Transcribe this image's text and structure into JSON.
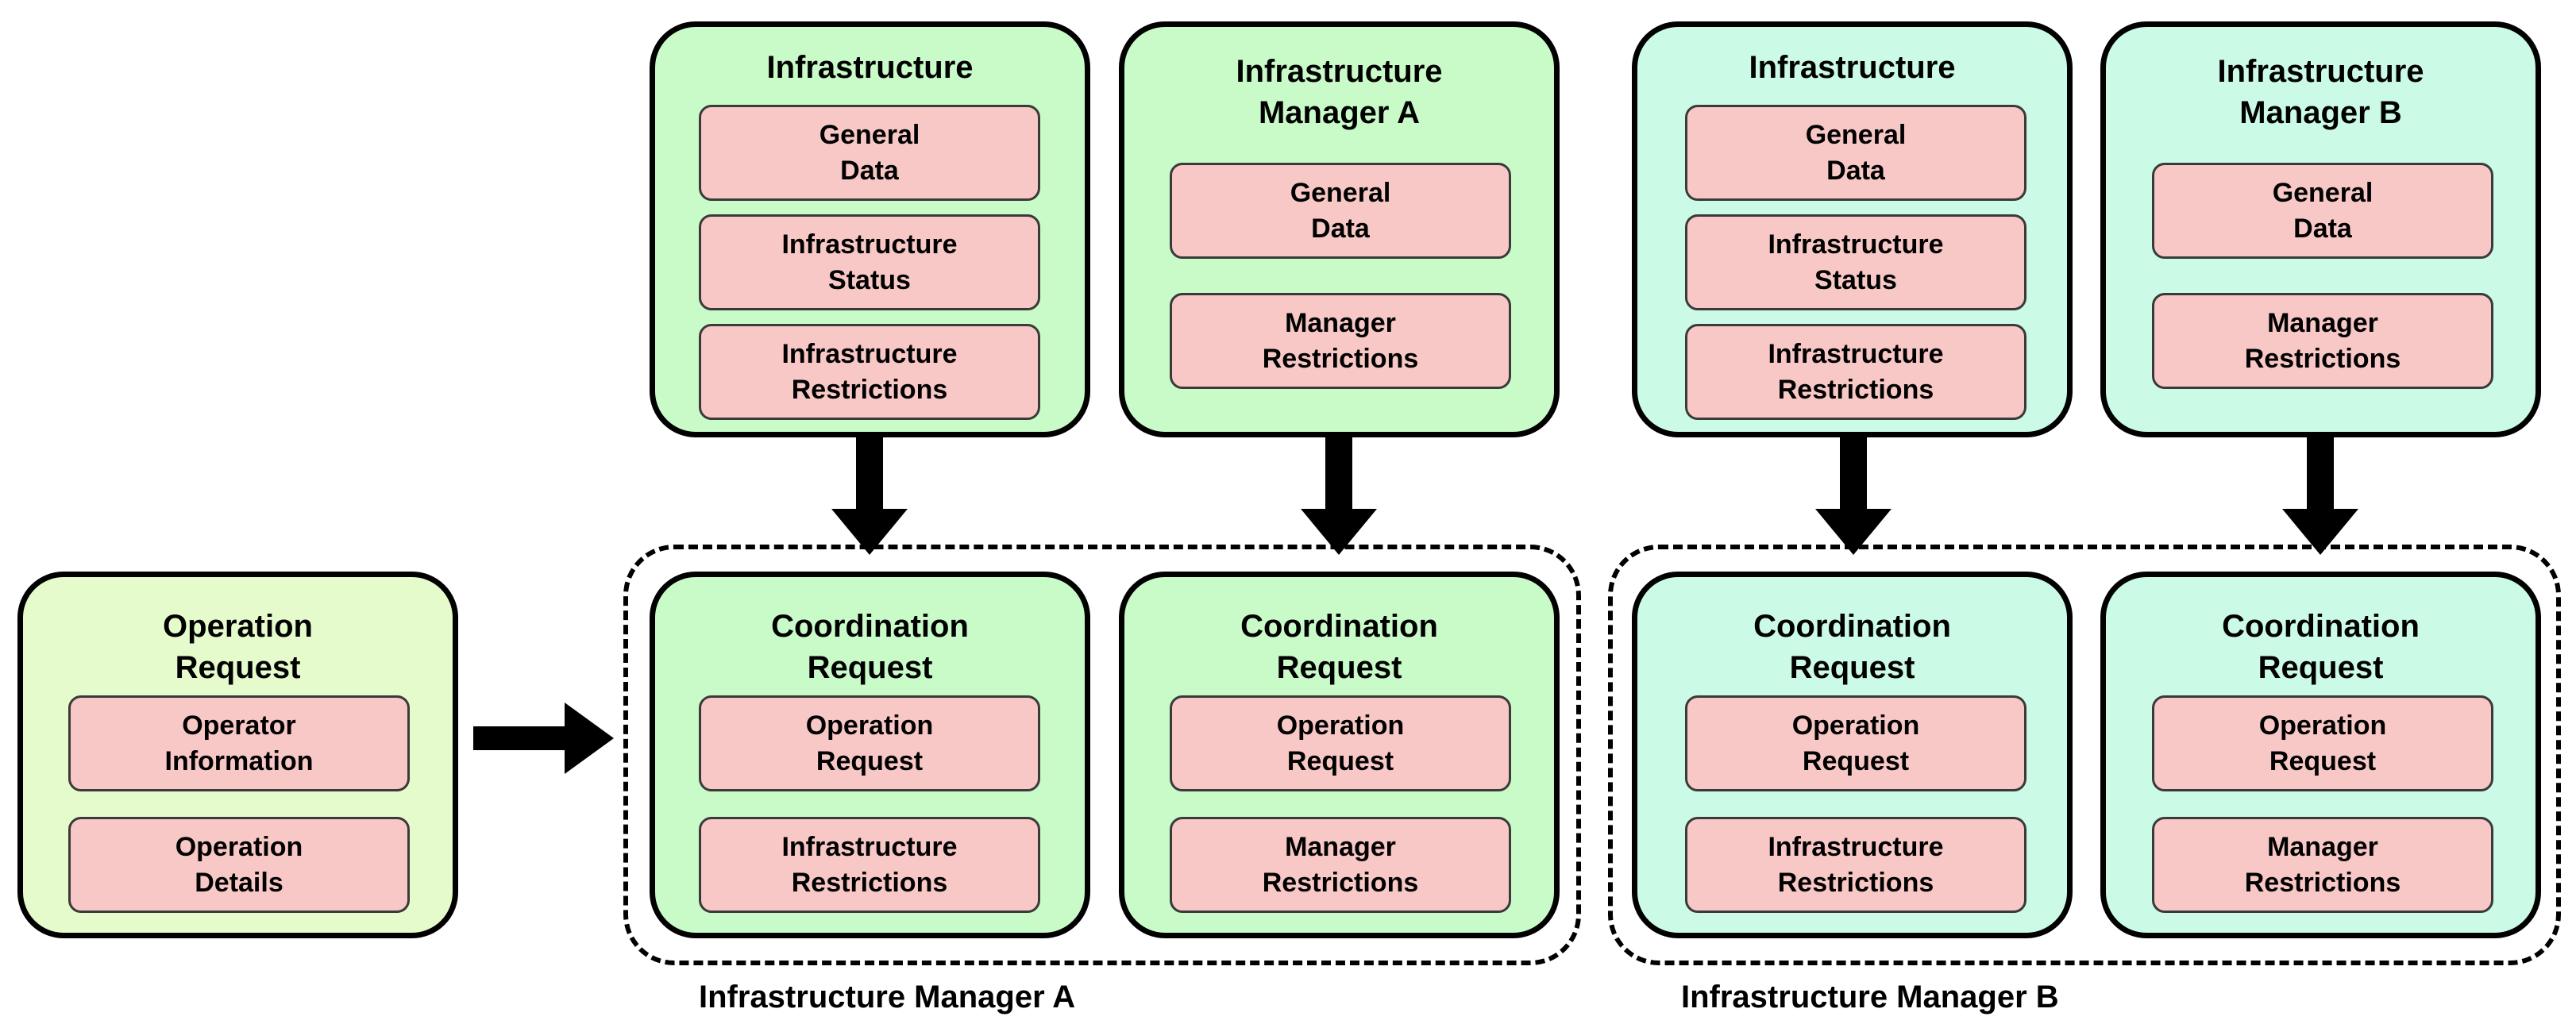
{
  "operation_request": {
    "title": "Operation\nRequest",
    "items": [
      "Operator\nInformation",
      "Operation\nDetails"
    ]
  },
  "manager_a": {
    "infrastructure": {
      "title": "Infrastructure",
      "items": [
        "General\nData",
        "Infrastructure\nStatus",
        "Infrastructure\nRestrictions"
      ]
    },
    "manager": {
      "title": "Infrastructure\nManager A",
      "items": [
        "General\nData",
        "Manager\nRestrictions"
      ]
    },
    "coord_infrastructure": {
      "title": "Coordination\nRequest",
      "items": [
        "Operation\nRequest",
        "Infrastructure\nRestrictions"
      ]
    },
    "coord_manager": {
      "title": "Coordination\nRequest",
      "items": [
        "Operation\nRequest",
        "Manager\nRestrictions"
      ]
    },
    "group_label": "Infrastructure Manager A"
  },
  "manager_b": {
    "infrastructure": {
      "title": "Infrastructure",
      "items": [
        "General\nData",
        "Infrastructure\nStatus",
        "Infrastructure\nRestrictions"
      ]
    },
    "manager": {
      "title": "Infrastructure\nManager B",
      "items": [
        "General\nData",
        "Manager\nRestrictions"
      ]
    },
    "coord_infrastructure": {
      "title": "Coordination\nRequest",
      "items": [
        "Operation\nRequest",
        "Infrastructure\nRestrictions"
      ]
    },
    "coord_manager": {
      "title": "Coordination\nRequest",
      "items": [
        "Operation\nRequest",
        "Manager\nRestrictions"
      ]
    },
    "group_label": "Infrastructure Manager B"
  },
  "colors": {
    "manager_a_fill": "#c9fbc9",
    "manager_b_fill": "#cbfbe6",
    "operation_request_fill": "#e6fbcb",
    "item_fill": "#f8c8c6",
    "outline": "#000000"
  }
}
